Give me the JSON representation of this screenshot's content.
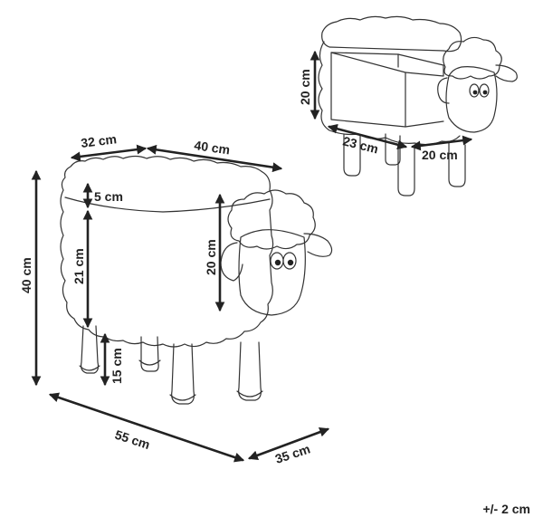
{
  "dimensions": {
    "seat_depth": "32 cm",
    "seat_width": "40 cm",
    "cushion_thickness": "5 cm",
    "body_height": "21 cm",
    "total_height": "40 cm",
    "head_height": "20 cm",
    "leg_height": "15 cm",
    "total_length": "55 cm",
    "total_depth": "35 cm",
    "storage_height": "20 cm",
    "storage_length": "23 cm",
    "storage_depth": "20 cm"
  },
  "tolerance": "+/- 2 cm",
  "colors": {
    "line": "#222222",
    "fill": "#ffffff"
  }
}
